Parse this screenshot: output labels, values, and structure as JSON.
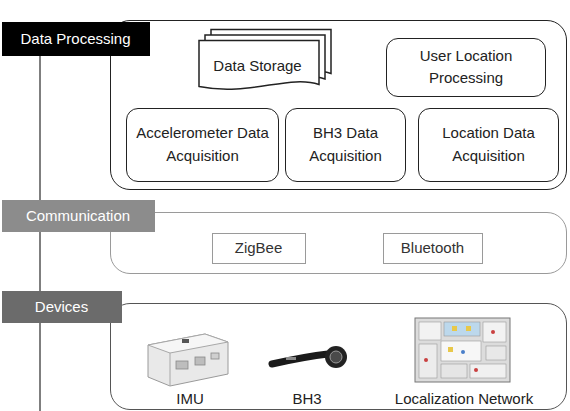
{
  "diagram": {
    "nodes": [
      {
        "text": [
          "Data Processing"
        ]
      },
      {
        "text": [
          "Data Storage"
        ],
        "in": 0
      },
      {
        "text": [
          "User Location Processing"
        ],
        "in": 0
      },
      {
        "text": [
          "Accelerometer Data Acquisition"
        ],
        "in": 0
      },
      {
        "text": [
          "BH3 Data Acquisition"
        ],
        "in": 0
      },
      {
        "text": [
          "Location Data Acquisition"
        ],
        "in": 0
      },
      {
        "text": [
          "Communication"
        ]
      },
      {
        "text": [
          "ZigBee"
        ],
        "in": 6
      },
      {
        "text": [
          "Bluetooth"
        ],
        "in": 6
      },
      {
        "text": [
          "Devices"
        ]
      }
    ],
    "labels": [
      "IMU",
      "BH3",
      "Localization Network"
    ]
  }
}
